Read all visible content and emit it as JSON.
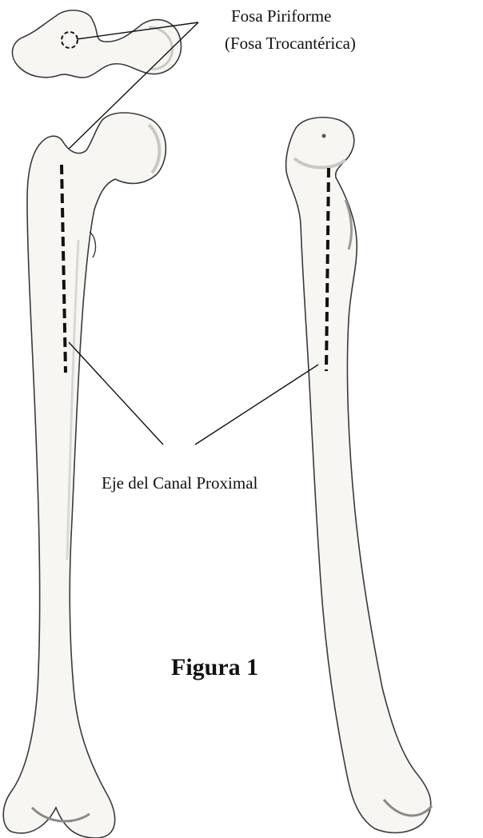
{
  "labels": {
    "piriform_fossa": "Fosa Piriforme",
    "trochanteric_fossa": "(Fosa Trocantérica)",
    "canal_axis": "Eje del Canal Proximal",
    "figure": "Figura 1"
  },
  "colors": {
    "ink": "#111111",
    "bone_fill": "#f7f6f3",
    "bone_outline": "#3a3a3a",
    "shade": "#c9c9c4"
  }
}
